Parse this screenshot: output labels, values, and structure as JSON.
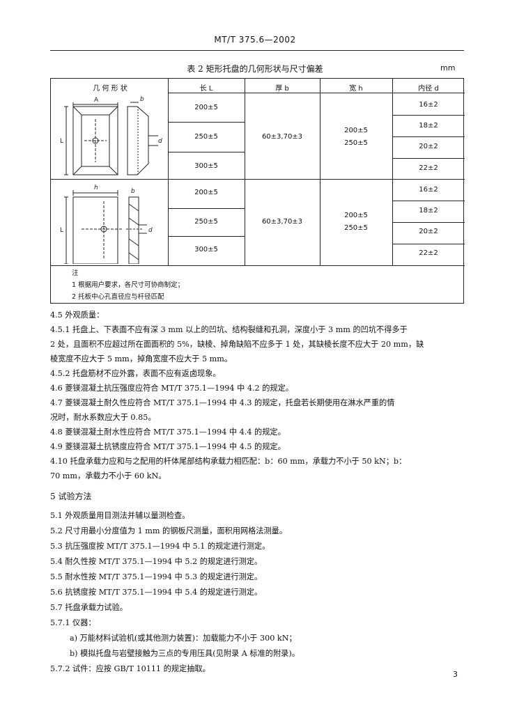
{
  "header": {
    "doc_id": "MT/T 375.6—2002"
  },
  "table": {
    "caption": "表 2   矩形托盘的几何形状与尺寸偏差",
    "unit": "mm",
    "columns": [
      "几 何 形 状",
      "长 L",
      "厚 b",
      "宽 h",
      "内径 d"
    ],
    "group1": {
      "lengths": [
        "200±5",
        "250±5",
        "300±5"
      ],
      "thickness": "60±3,70±3",
      "widths": [
        "200±5",
        "250±5"
      ],
      "diameters": [
        "16±2",
        "18±2",
        "20±2",
        "22±2"
      ]
    },
    "group2": {
      "lengths": [
        "200±5",
        "250±5",
        "300±5"
      ],
      "thickness": "60±3,70±3",
      "widths": [
        "200±5",
        "250±5"
      ],
      "diameters": [
        "16±2",
        "18±2",
        "20±2",
        "22±2"
      ]
    },
    "figure_labels": {
      "A": "A",
      "b": "b",
      "L": "L",
      "h": "h",
      "d": "d"
    },
    "notes_title": "注",
    "notes": [
      "1  根据用户要求，各尺寸可协商制定；",
      "2  托板中心孔直径应与杆径匹配"
    ]
  },
  "body": [
    "4.5  外观质量：",
    "4.5.1  托盘上、下表面不应有深 3 mm 以上的凹坑、结构裂缝和孔洞，深度小于 3 mm 的凹坑不得多于",
    "2 处，且面积不应超过所在面面积的 5%，缺棱、掉角缺陷不应多于 1 处，其缺棱长度不应大于 20 mm，缺",
    "棱宽度不应大于 5 mm，掉角宽度不应大于 5 mm。",
    "4.5.2  托盘筋材不应外露，表面不应有返卤现象。",
    "4.6  菱镁混凝土抗压强度应符合 MT/T 375.1—1994 中 4.2 的规定。",
    "4.7  菱镁混凝土耐久性应符合 MT/T 375.1—1994 中 4.3 的规定，托盘若长期使用在淋水严重的情",
    "况时，耐水系数应大于 0.85。",
    "4.8  菱镁混凝土耐水性应符合 MT/T 375.1—1994 中 4.4 的规定。",
    "4.9  菱镁混凝土抗锈度应符合 MT/T 375.1—1994 中 4.5 的规定。",
    "4.10  托盘承载力应和与之配用的杆体尾部结构承载力相匹配：b：60 mm，承载力不小于 50 kN；b：",
    "70 mm，承载力不小于 60 kN。"
  ],
  "section5": {
    "title": "5  试验方法",
    "lines": [
      "5.1  外观质量用目测法并辅以量测检查。",
      "5.2  尺寸用最小分度值为 1 mm 的钢板尺测量，面积用网格法测量。",
      "5.3  抗压强度按 MT/T 375.1—1994 中 5.1 的规定进行测定。",
      "5.4  耐久性按 MT/T 375.1—1994 中 5.2 的规定进行测定。",
      "5.5  耐水性按 MT/T 375.1—1994 中 5.3 的规定进行测定。",
      "5.6  抗锈度按 MT/T 375.1—1994 中 5.4 的规定进行测定。",
      "5.7  托盘承载力试验。",
      "5.7.1  仪器：",
      "a) 万能材料试验机(或其他测力装置)：加载能力不小于 300 kN；",
      "b) 模拟托盘与岩壁接触为三点的专用压具(见附录 A 标准的附录)。",
      "5.7.2  试件：应按 GB/T 10111 的规定抽取。"
    ]
  },
  "page_number": "3"
}
